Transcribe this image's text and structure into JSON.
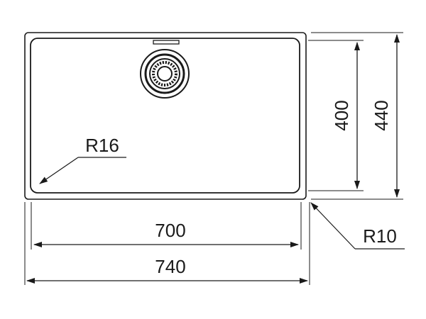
{
  "diagram": {
    "labels": {
      "inner_width": "700",
      "outer_width": "740",
      "inner_height": "400",
      "outer_height": "440",
      "inner_radius": "R16",
      "outer_radius": "R10"
    },
    "colors": {
      "line": "#1a1a1a",
      "background": "#ffffff"
    }
  }
}
